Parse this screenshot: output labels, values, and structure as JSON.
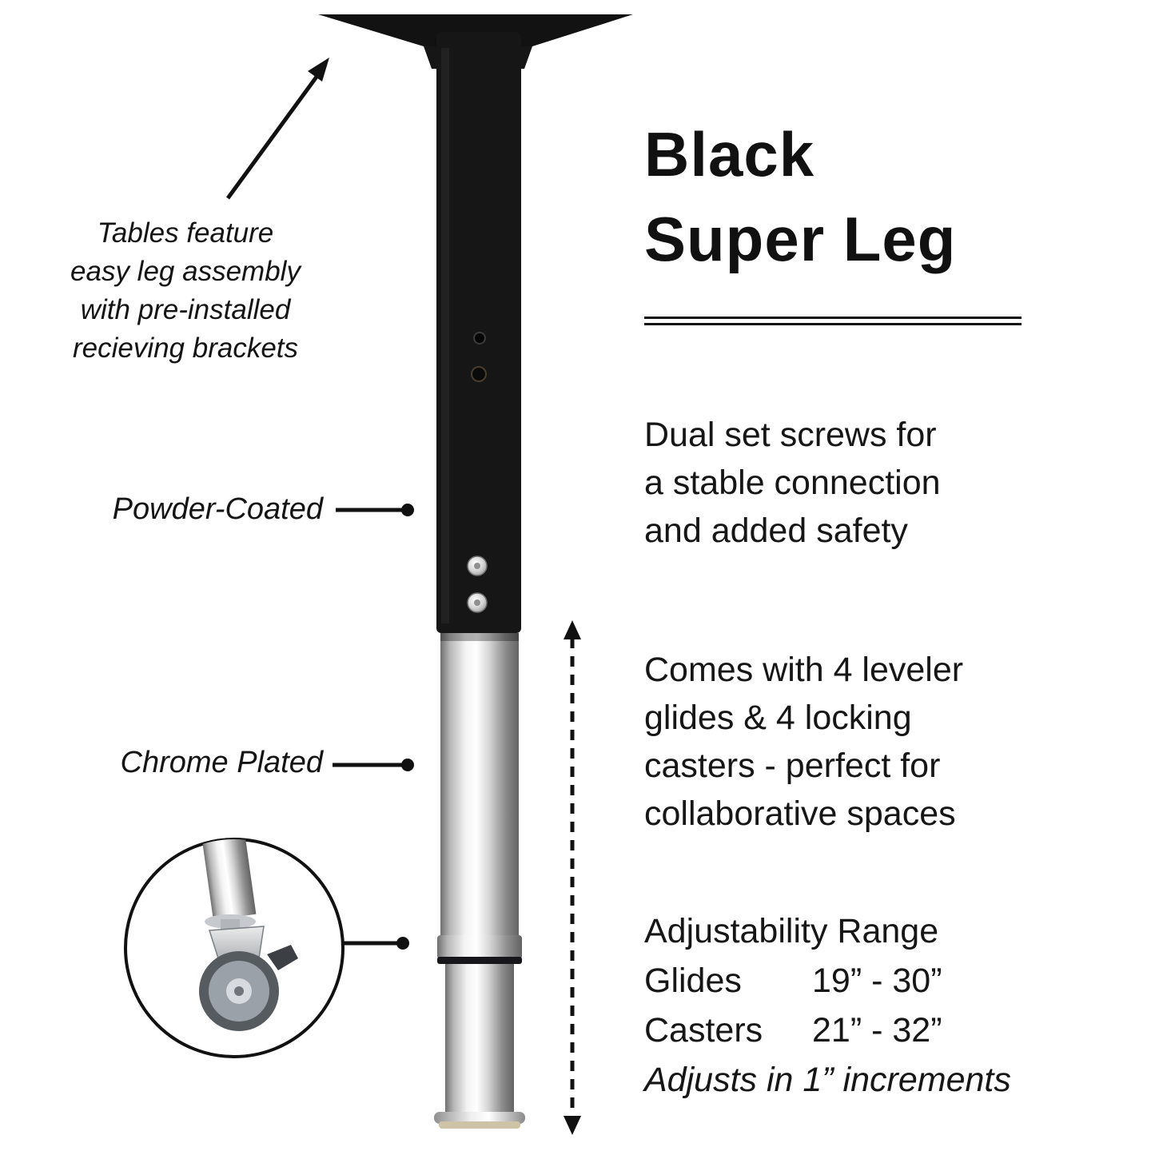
{
  "title": {
    "lines": [
      "Black",
      "Super Leg"
    ]
  },
  "annotations": {
    "assembly_note_lines": [
      "Tables feature",
      "easy leg assembly",
      "with pre-installed",
      "recieving brackets"
    ],
    "powder_coated": "Powder-Coated",
    "chrome_plated": "Chrome Plated"
  },
  "features": {
    "dual_screws_lines": [
      "Dual set screws for",
      "a stable connection",
      "and added safety"
    ],
    "casters_lines": [
      "Comes with 4 leveler",
      "glides & 4 locking",
      "casters - perfect for",
      "collaborative spaces"
    ]
  },
  "adjustability": {
    "heading": "Adjustability Range",
    "rows": [
      {
        "label": "Glides",
        "value": "19” - 30”"
      },
      {
        "label": "Casters",
        "value": "21” - 32”"
      }
    ],
    "note": "Adjusts in 1” increments"
  },
  "colors": {
    "text": "#1a1a1a",
    "leg_black": "#161616",
    "chrome_mid": "#d8d8d8",
    "glide_base": "#cfc3a6"
  }
}
